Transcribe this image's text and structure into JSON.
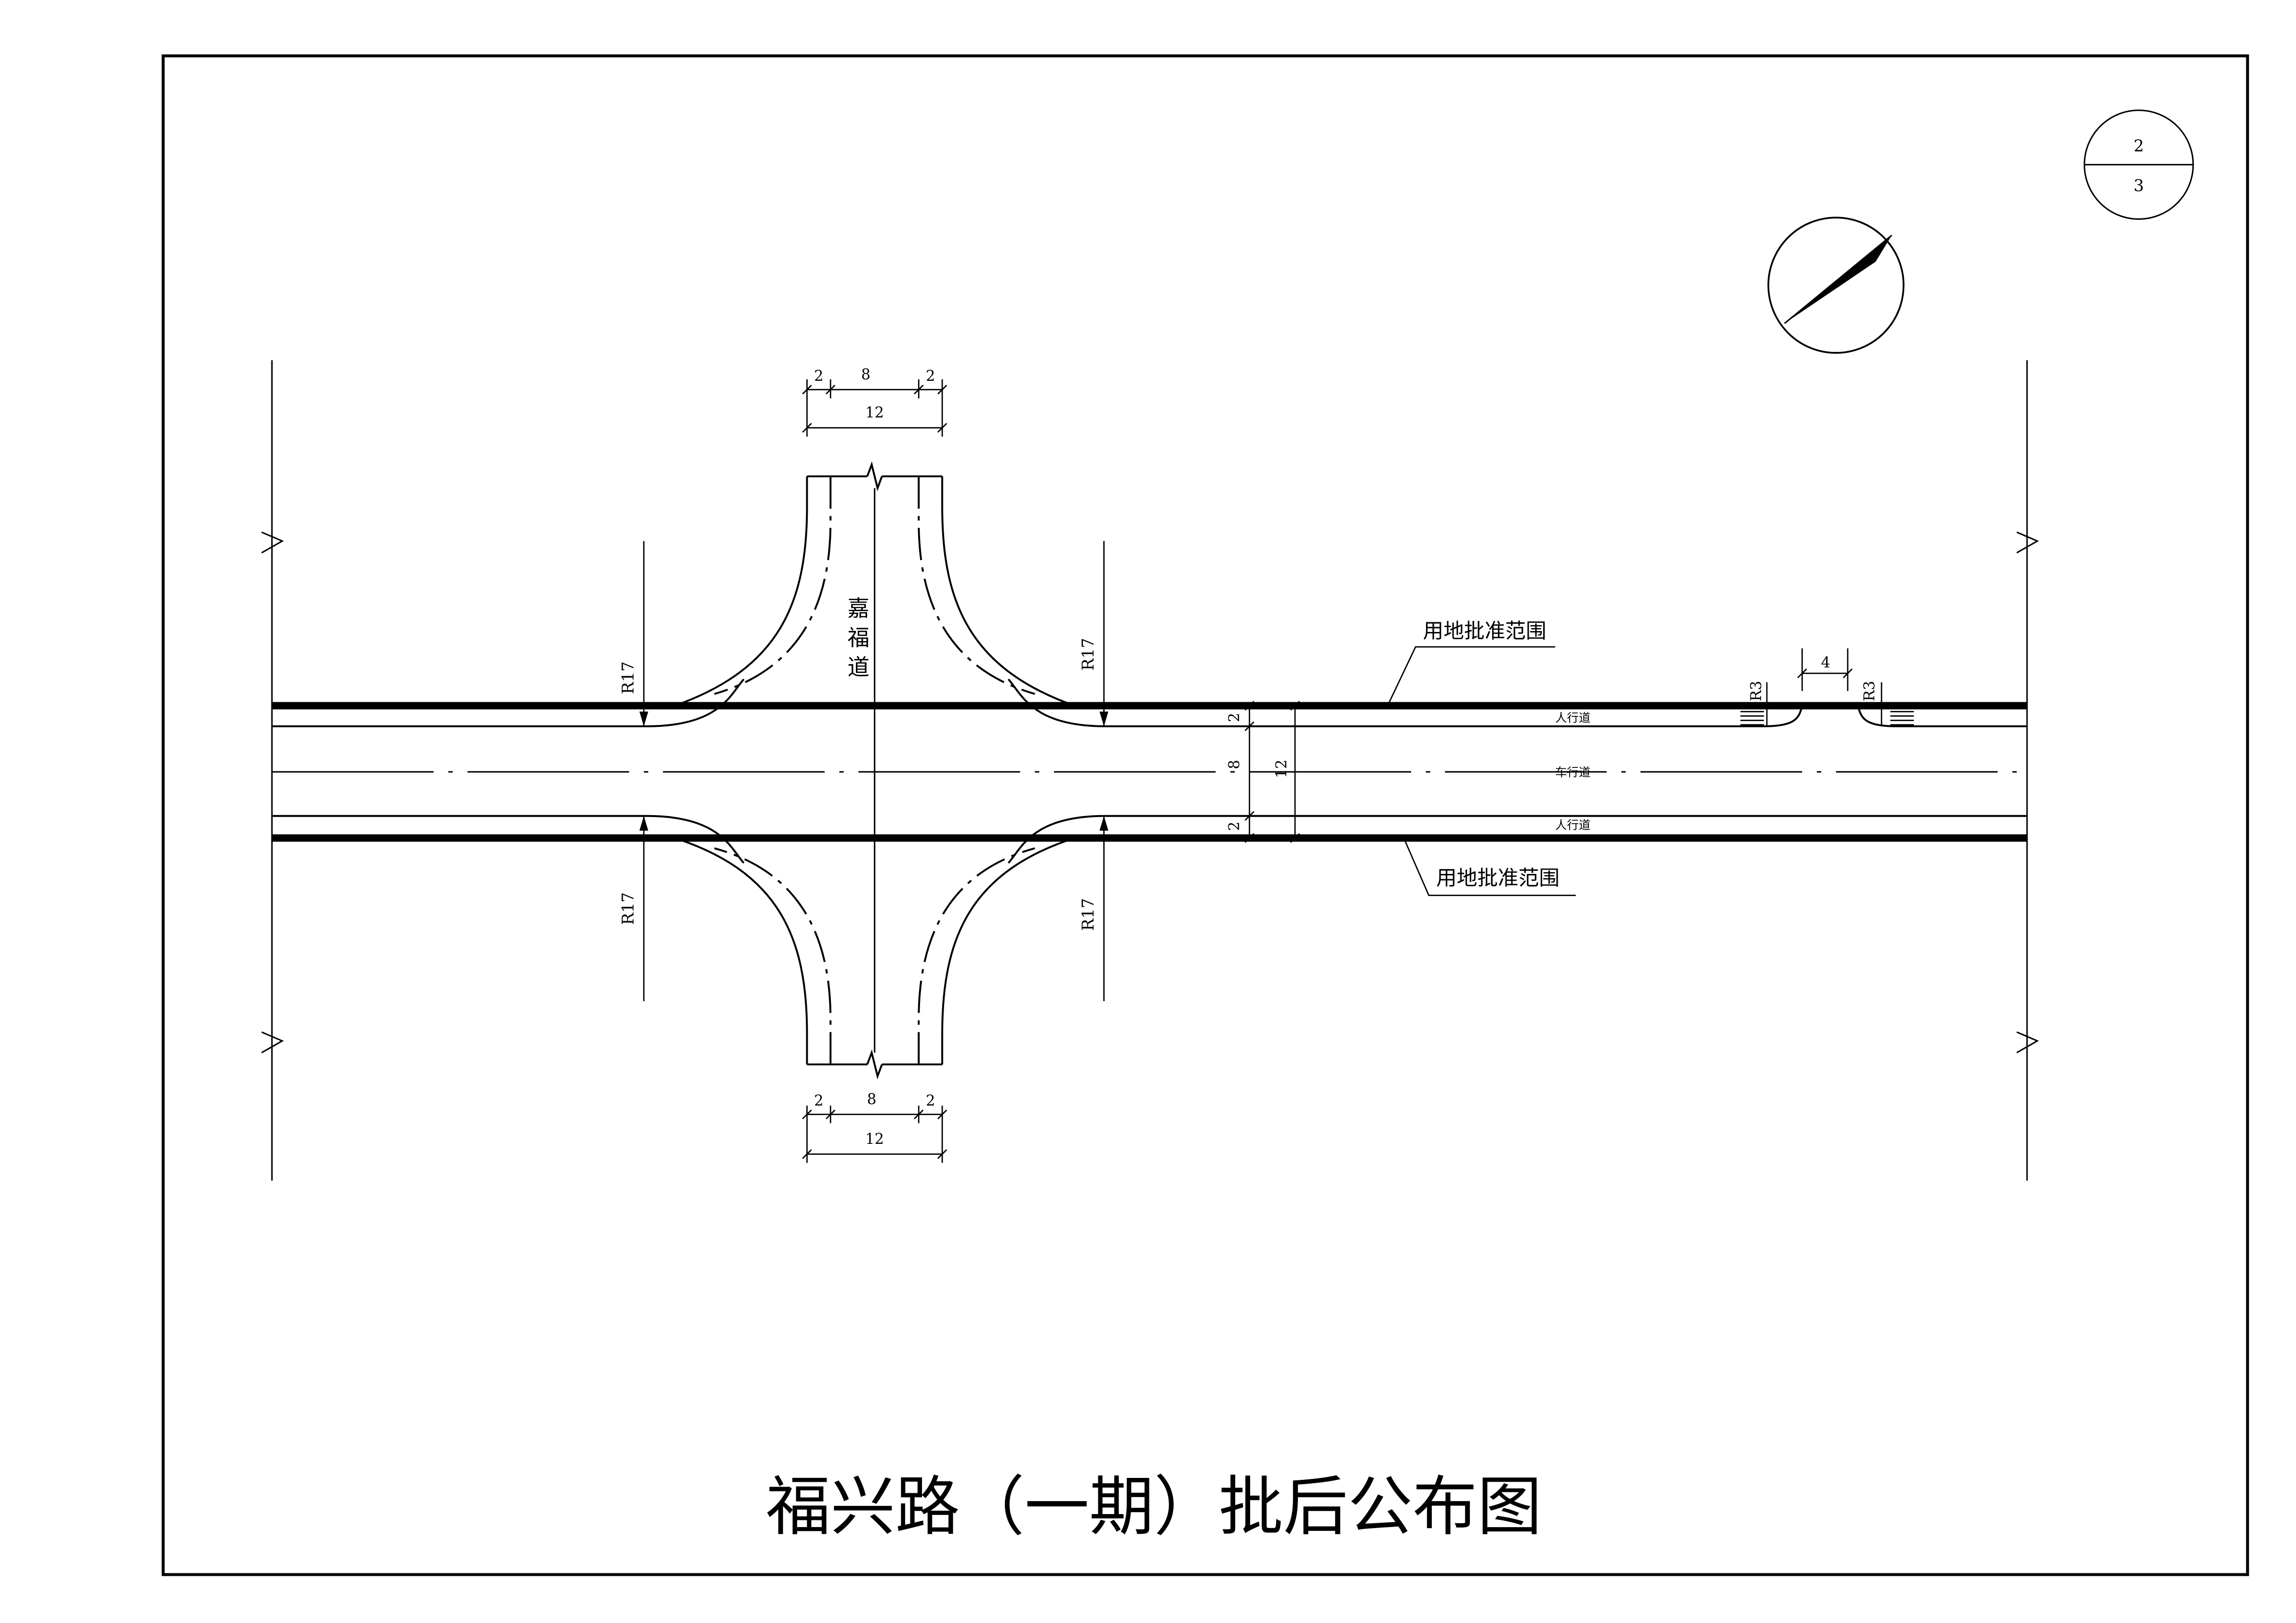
{
  "title": "福兴路（一期）批后公布图",
  "sheet": {
    "number": "2",
    "total": "3"
  },
  "side_road": {
    "name_chars": [
      "嘉",
      "福",
      "道"
    ]
  },
  "dimensions_top": {
    "sidewalk_left": "2",
    "carriageway": "8",
    "sidewalk_right": "2",
    "total": "12"
  },
  "dimensions_bottom": {
    "sidewalk_left": "2",
    "carriageway": "8",
    "sidewalk_right": "2",
    "total": "12"
  },
  "dimensions_cross": {
    "upper_sidewalk": "2",
    "carriageway": "8",
    "lower_sidewalk": "2",
    "total": "12"
  },
  "opening_width": "4",
  "radii": {
    "large": "R17",
    "small": "R3"
  },
  "labels": {
    "boundary_north": "用地批准范围",
    "boundary_south": "用地批准范围",
    "sidewalk_north": "人行道",
    "carriageway": "车行道",
    "sidewalk_south": "人行道"
  }
}
